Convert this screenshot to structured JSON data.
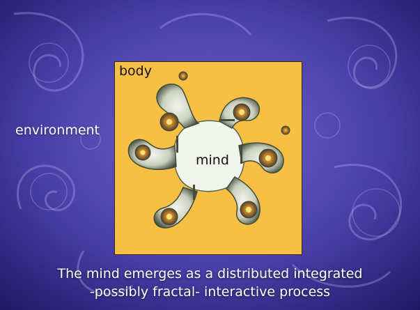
{
  "diagram": {
    "environment_label": "environment",
    "body_label": "body",
    "mind_label": "mind",
    "caption_line1": "The mind emerges as a distributed integrated",
    "caption_line2": "-possibly fractal- interactive process"
  },
  "colors": {
    "background_dark": "#2a1f7a",
    "background_light": "#8b7fd6",
    "body_fill": "#F7C045",
    "fractal_dark": "#3f4a3a",
    "fractal_light": "#f2f5ec",
    "spiral_core": "#d69a3a"
  }
}
